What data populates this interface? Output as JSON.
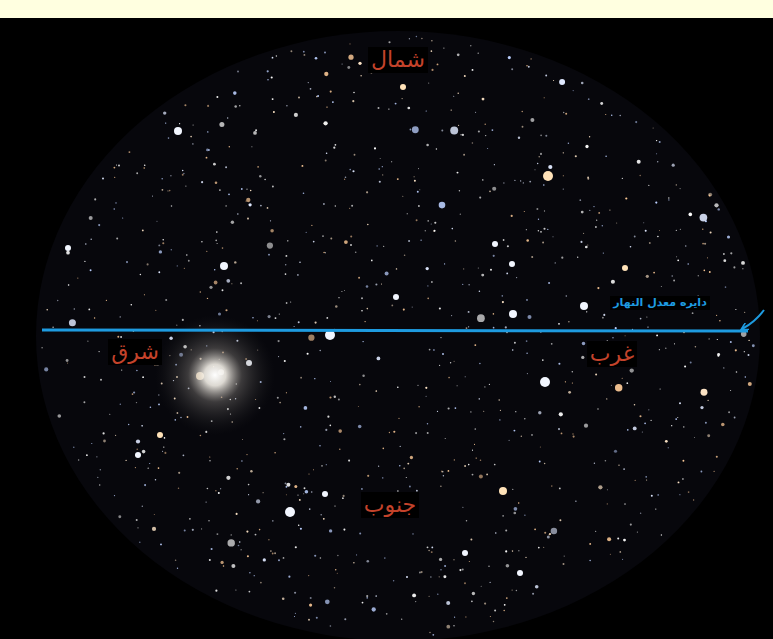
{
  "diagram": {
    "labels": [
      "شمال",
      "شرق",
      "غرب",
      "جنوب",
      "دایره معدل النهار"
    ]
  }
}
